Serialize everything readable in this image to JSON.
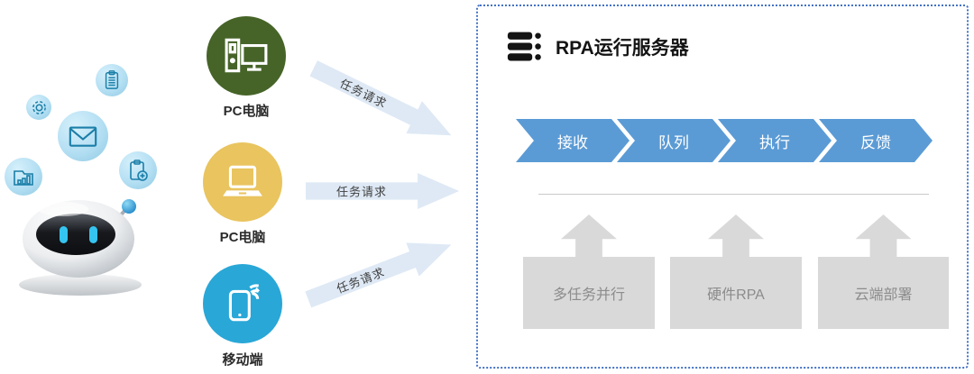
{
  "sources": [
    {
      "label": "PC电脑",
      "type": "desktop"
    },
    {
      "label": "PC电脑",
      "type": "laptop"
    },
    {
      "label": "移动端",
      "type": "mobile"
    }
  ],
  "request_arrows": [
    {
      "label": "任务请求"
    },
    {
      "label": "任务请求"
    },
    {
      "label": "任务请求"
    }
  ],
  "server": {
    "title": "RPA运行服务器",
    "steps": [
      {
        "label": "接收"
      },
      {
        "label": "队列"
      },
      {
        "label": "执行"
      },
      {
        "label": "反馈"
      }
    ],
    "features": [
      {
        "label": "多任务并行"
      },
      {
        "label": "硬件RPA"
      },
      {
        "label": "云端部署"
      }
    ]
  },
  "icons": {
    "header": "server-stack-icon",
    "bubbles": [
      "document-icon",
      "gear-icon",
      "mail-icon",
      "folder-chart-icon",
      "clipboard-add-icon"
    ],
    "sources": [
      "desktop-pc-icon",
      "laptop-icon",
      "mobile-phone-icon"
    ],
    "mascot": "robot-mascot"
  },
  "colors": {
    "step_blue": "#5B9BD5",
    "request_arrow_fill": "#DEE9F5",
    "feature_box": "#D9D9D9",
    "feature_text": "#8C8C8C",
    "border_blue": "#4472C4",
    "source_green": "#466428",
    "source_yellow": "#E9C45F",
    "source_cyan": "#29A7D7",
    "bubble_blue": "#AFDDF2",
    "bubble_stroke": "#1B7FA8"
  }
}
